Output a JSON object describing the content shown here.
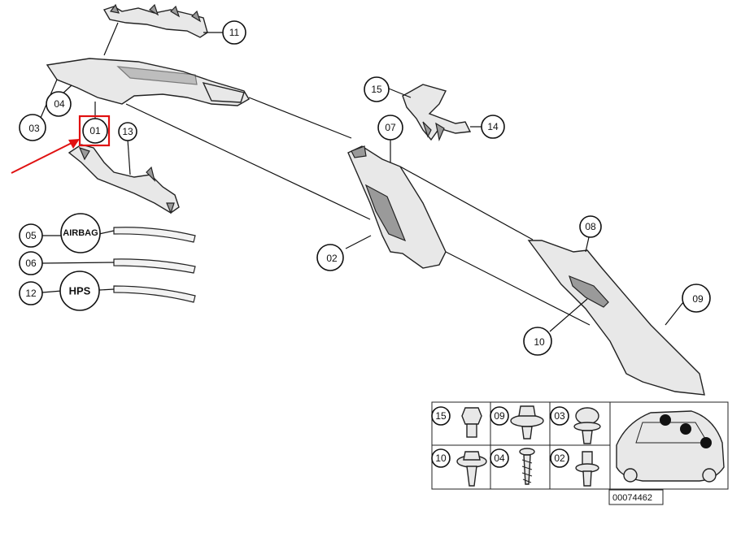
{
  "callouts": {
    "c01": "01",
    "c02": "02",
    "c03": "03",
    "c04": "04",
    "c05": "05",
    "c06": "06",
    "c07": "07",
    "c08": "08",
    "c09": "09",
    "c10": "10",
    "c11": "11",
    "c12": "12",
    "c13": "13",
    "c14": "14",
    "c15": "15"
  },
  "strip_badges": {
    "airbag": "AIRBAG",
    "hps": "HPS"
  },
  "legend_table": {
    "cells": [
      "15",
      "09",
      "03",
      "10",
      "04",
      "02"
    ],
    "reference_number": "00074462"
  },
  "colors": {
    "highlight": "#e01010",
    "callout_ring": "#7ec3e6"
  }
}
